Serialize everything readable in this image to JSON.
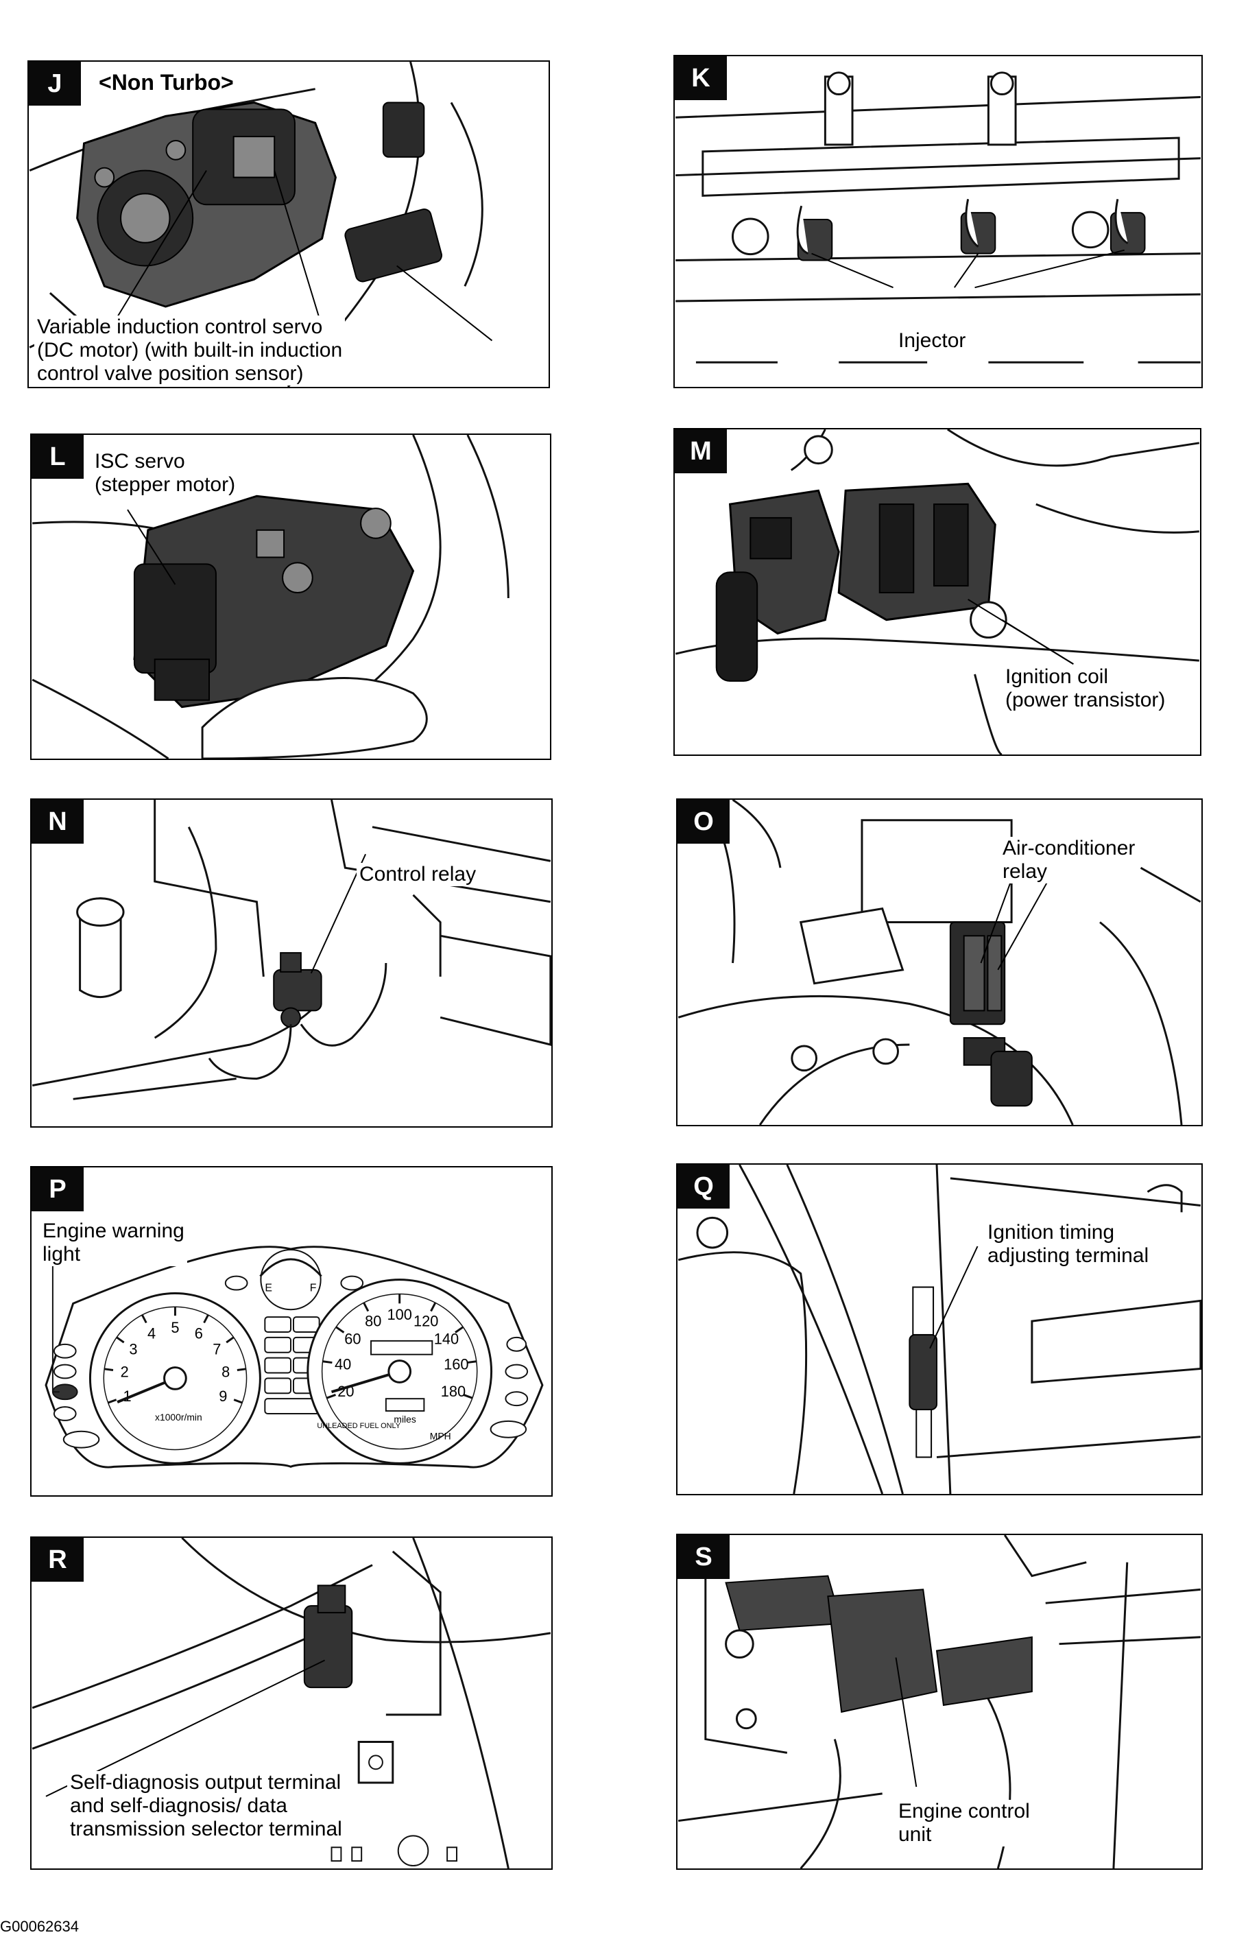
{
  "figure_id": "G00062634",
  "panels": {
    "J": {
      "letter": "J",
      "note": "<Non Turbo>",
      "label": "Variable induction control servo\n(DC motor) (with built-in induction\ncontrol valve position sensor)"
    },
    "K": {
      "letter": "K",
      "label": "Injector"
    },
    "L": {
      "letter": "L",
      "label": "ISC servo\n(stepper motor)"
    },
    "M": {
      "letter": "M",
      "label": "Ignition coil\n(power transistor)"
    },
    "N": {
      "letter": "N",
      "label": "Control relay"
    },
    "O": {
      "letter": "O",
      "label": "Air-conditioner\nrelay"
    },
    "P": {
      "letter": "P",
      "label": "Engine warning\nlight"
    },
    "Q": {
      "letter": "Q",
      "label": "Ignition timing\nadjusting terminal"
    },
    "R": {
      "letter": "R",
      "label": "Self-diagnosis output terminal\nand self-diagnosis/ data\ntransmission selector terminal"
    },
    "S": {
      "letter": "S",
      "label": "Engine control\nunit"
    }
  },
  "cluster": {
    "tach_numbers": [
      "1",
      "2",
      "3",
      "4",
      "5",
      "6",
      "7",
      "8",
      "9"
    ],
    "tach_unit": "x1000r/min",
    "speed_numbers": [
      "20",
      "40",
      "60",
      "80",
      "100",
      "120",
      "140",
      "160",
      "180"
    ],
    "speed_unit": "MPH",
    "odometer_unit": "miles",
    "fuel_note": "UNLEADED\nFUEL ONLY",
    "fuel_empty": "E",
    "fuel_full": "F"
  }
}
